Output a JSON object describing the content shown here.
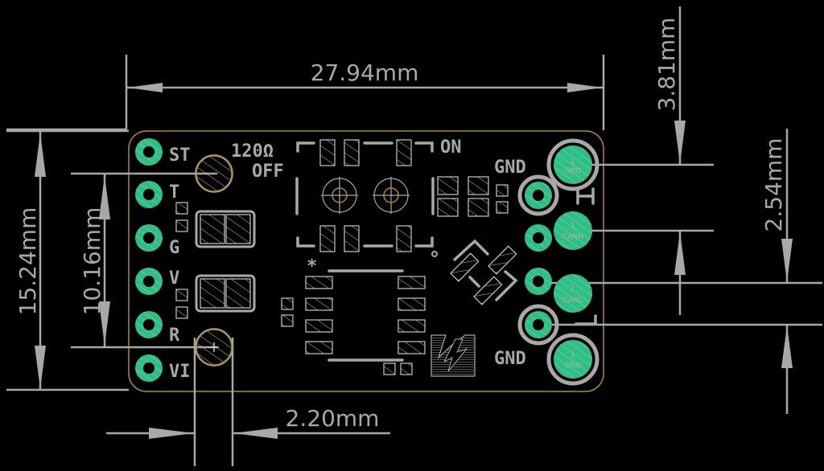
{
  "title": "PCB board dimension drawing",
  "dimensions": {
    "width": "27.94mm",
    "height": "15.24mm",
    "mount_hole_spacing": "10.16mm",
    "hole_diameter": "2.20mm",
    "connector_offset": "3.81mm",
    "pin_pitch": "2.54mm"
  },
  "silkscreen": {
    "left_pins": [
      "ST",
      "T",
      "G",
      "V",
      "R",
      "VI"
    ],
    "termination_label": "120Ω",
    "off_label": "OFF",
    "on_label": "ON",
    "gnd_top": "GND",
    "gnd_bottom": "GND",
    "h_label": "H",
    "l_label": "L",
    "pin1_marker": "*"
  },
  "right_pads": [
    {
      "number": "1",
      "name": "GND"
    },
    {
      "number": "1",
      "name": "CANH"
    },
    {
      "number": "1",
      "name": "CANL"
    },
    {
      "number": "1",
      "name": "GND"
    }
  ],
  "colors": {
    "background": "#000000",
    "copper_pad": "#2fbf85",
    "silkscreen": "#a8a8a8",
    "board_outline": "#b08a2e"
  }
}
